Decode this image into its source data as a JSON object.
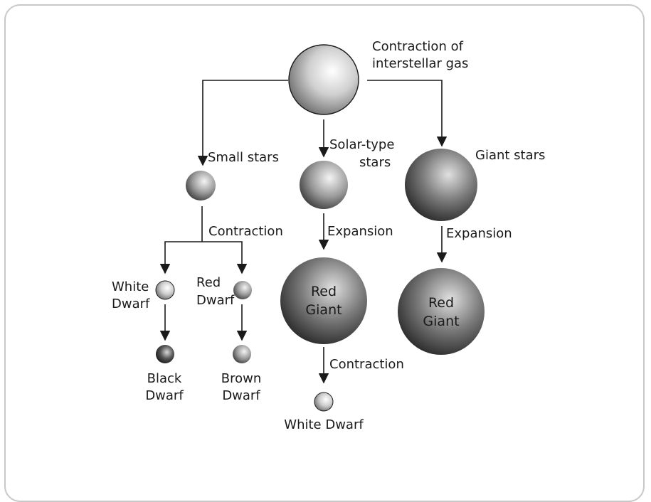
{
  "labels": {
    "origin_line1": "Contraction of",
    "origin_line2": "interstellar gas",
    "small_stars": "Small stars",
    "solar_line1": "Solar-type",
    "solar_line2": "stars",
    "giant_stars": "Giant stars",
    "contraction_small": "Contraction",
    "expansion_solar": "Expansion",
    "expansion_giant": "Expansion",
    "white_dwarf_line1": "White",
    "white_dwarf_line2": "Dwarf",
    "red_dwarf_line1": "Red",
    "red_dwarf_line2": "Dwarf",
    "red_giant_solar_line1": "Red",
    "red_giant_solar_line2": "Giant",
    "red_giant_giant_line1": "Red",
    "red_giant_giant_line2": "Giant",
    "contraction_redgiant": "Contraction",
    "black_dwarf_line1": "Black",
    "black_dwarf_line2": "Dwarf",
    "brown_dwarf_line1": "Brown",
    "brown_dwarf_line2": "Dwarf",
    "white_dwarf_final": "White Dwarf"
  },
  "colors": {
    "frame": "#c8c8c8",
    "ink": "#1a1a1a"
  }
}
